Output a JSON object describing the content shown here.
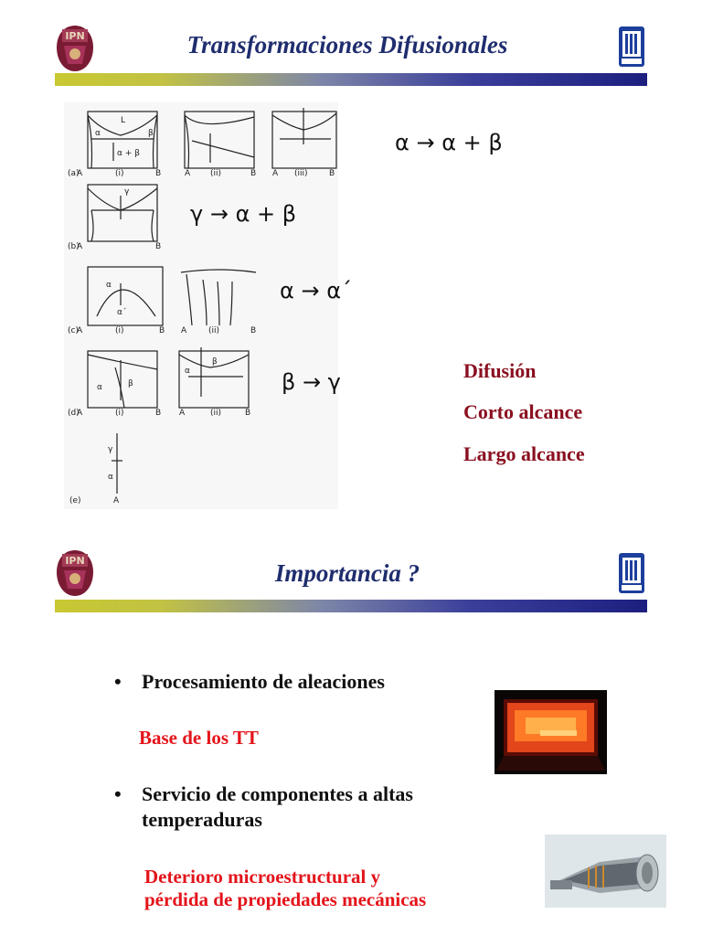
{
  "slide1": {
    "title": "Transformaciones Difusionales",
    "reactions": {
      "a": "α → α + β",
      "b": "γ → α + β",
      "c": "α → α´",
      "d": "β → γ"
    },
    "terms": [
      "Difusión",
      "Corto alcance",
      "Largo alcance"
    ],
    "diagram_labels": {
      "a": "(a)",
      "b": "(b)",
      "c": "(c)",
      "d": "(d)",
      "e": "(e)",
      "i": "(i)",
      "ii": "(ii)",
      "iii": "(iii)",
      "A": "A",
      "B": "B",
      "L": "L",
      "alpha": "α",
      "beta": "β",
      "gamma": "γ",
      "alpha_beta": "α + β",
      "alpha_prime": "α´"
    }
  },
  "slide2": {
    "title": "Importancia ?",
    "bullet1": "Procesamiento de aleaciones",
    "note1": "Base de los TT",
    "bullet2_line1": "Servicio de componentes a altas",
    "bullet2_line2": "temperaduras",
    "note2_line1": "Deterioro microestructural y",
    "note2_line2": "pérdida de propiedades mecánicas"
  },
  "icons": {
    "left_logo": "ipn-logo-icon",
    "right_logo": "esiqie-logo-icon",
    "bullet": "•"
  }
}
